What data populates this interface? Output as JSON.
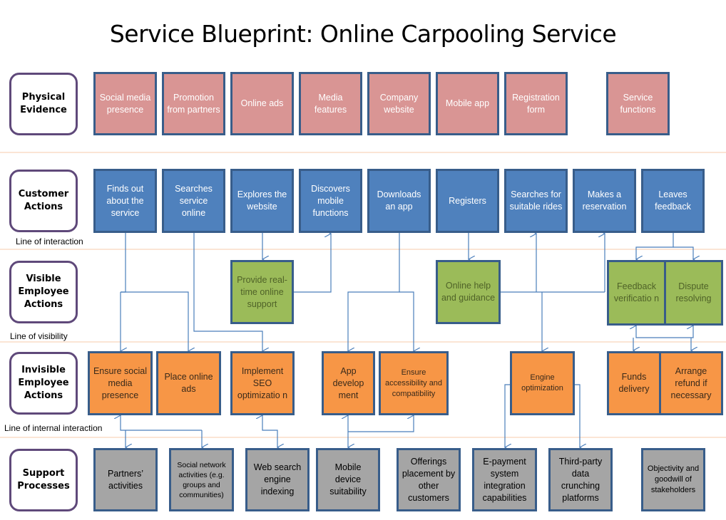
{
  "title": "Service Blueprint: Online Carpooling Service",
  "lanes": {
    "physical": "Physical Evidence",
    "customer": "Customer Actions",
    "visible": "Visible Employee Actions",
    "invisible": "Invisible Employee Actions",
    "support": "Support Processes"
  },
  "lines": {
    "interaction": "Line of interaction",
    "visibility": "Line of visibility",
    "internal": "Line of internal interaction"
  },
  "physical_evidence": [
    "Social media presence",
    "Promotion from partners",
    "Online ads",
    "Media features",
    "Company website",
    "Mobile app",
    "Registration form",
    "Service functions"
  ],
  "customer_actions": [
    "Finds out about the service",
    "Searches service online",
    "Explores the website",
    "Discovers mobile functions",
    "Downloads an app",
    "Registers",
    "Searches for suitable rides",
    "Makes a reservation",
    "Leaves feedback"
  ],
  "visible_employee_actions": [
    "Provide real-time online support",
    "Online help and guidance",
    "Feedback verificatio n",
    "Dispute resolving"
  ],
  "invisible_employee_actions": [
    "Ensure social media presence",
    "Place online ads",
    "Implement SEO optimizatio n",
    "App develop ment",
    "Ensure accessibility and compatibility",
    "Engine optimization",
    "Funds delivery",
    "Arrange refund if necessary"
  ],
  "support_processes": [
    "Partners’ activities",
    "Social network activities (e.g. groups and communities)",
    "Web search engine indexing",
    "Mobile device suitability",
    "Offerings placement by other customers",
    "E-payment system integration capabilities",
    "Third-party data crunching platforms",
    "Objectivity and goodwill of stakeholders"
  ],
  "colors": {
    "physical": "#d99594",
    "customer": "#4f81bd",
    "visible": "#9bbb59",
    "invisible": "#f79646",
    "support": "#a5a5a5",
    "border": "#385d8a",
    "lane_border": "#5f497a",
    "connector": "#4a7ebb",
    "divider": "#fbe5d5"
  }
}
